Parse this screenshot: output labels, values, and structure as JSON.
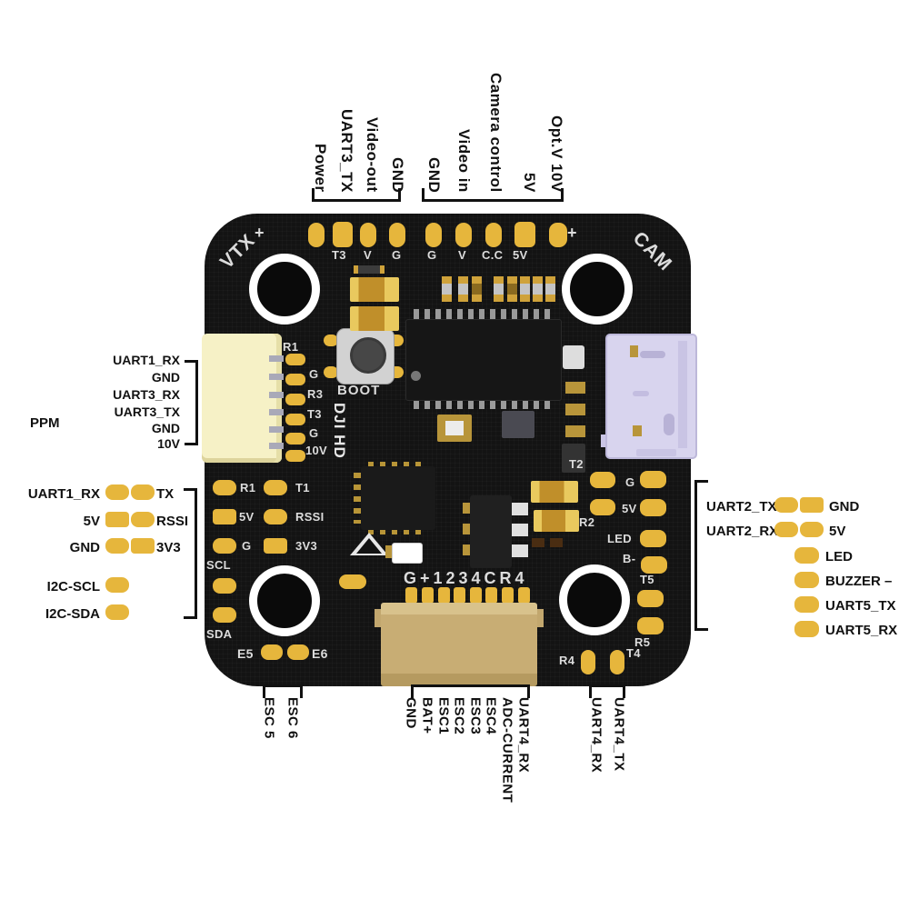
{
  "board": {
    "vtx": "VTX",
    "cam": "CAM",
    "plus_left": "+",
    "plus_right": "+",
    "top_pads": [
      "T3",
      "V",
      "G",
      "G",
      "V",
      "C.C",
      "5V"
    ],
    "boot": "BOOT",
    "logo": "DJI HD",
    "left_col": [
      "R1",
      "G",
      "R3",
      "T3",
      "G",
      "10V"
    ],
    "mid": [
      "R1",
      "T1",
      "5V",
      "RSSI",
      "G",
      "3V3"
    ],
    "scl": "SCL",
    "sda": "SDA",
    "e5": "E5",
    "e6": "E6",
    "power_row": "G+1234CR4",
    "right_col": [
      "T2",
      "G",
      "5V",
      "R2",
      "LED",
      "B-",
      "T5",
      "R5"
    ],
    "bottom_right": [
      "R4",
      "T4"
    ]
  },
  "top": {
    "g1": [
      "Power",
      "UART3_TX",
      "Video-out",
      "GND"
    ],
    "g2": [
      "GND",
      "Video in",
      "Camera control",
      "5V",
      "Opt.V 10V"
    ]
  },
  "left": {
    "connector": [
      "UART1_RX",
      "GND",
      "UART3_RX",
      "UART3_TX",
      "GND",
      "10V"
    ],
    "ppm": "PPM",
    "rows": [
      [
        "UART1_RX",
        "TX"
      ],
      [
        "5V",
        "RSSI"
      ],
      [
        "GND",
        "3V3"
      ]
    ],
    "i2c": [
      "I2C-SCL",
      "I2C-SDA"
    ]
  },
  "right": {
    "rows": [
      [
        "UART2_TX",
        "GND"
      ],
      [
        "UART2_RX",
        "5V"
      ]
    ],
    "single": [
      "LED",
      "BUZZER –",
      "UART5_TX",
      "UART5_RX"
    ]
  },
  "bottom": {
    "esc": [
      "ESC 5",
      "ESC 6"
    ],
    "main": [
      "GND",
      "BAT+",
      "ESC1",
      "ESC2",
      "ESC3",
      "ESC4",
      "ADC-CURRENT",
      "UART4_RX"
    ],
    "uart4": [
      "UART4_RX",
      "UART4_TX"
    ]
  },
  "colors": {
    "pad": "#e6b63c",
    "board": "#131313",
    "silkscreen": "#dcdcdc",
    "label": "#111111",
    "usb": "#d8d4ee",
    "jst_connector": "#f6f1c6",
    "bottom_connector": "#c8ad74"
  }
}
